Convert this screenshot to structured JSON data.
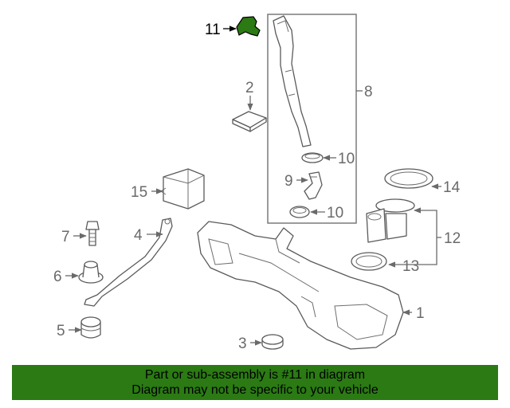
{
  "callouts": {
    "c1": "1",
    "c2": "2",
    "c3": "3",
    "c4": "4",
    "c5": "5",
    "c6": "6",
    "c7": "7",
    "c8": "8",
    "c9": "9",
    "c10a": "10",
    "c10b": "10",
    "c11": "11",
    "c12": "12",
    "c13": "13",
    "c14": "14",
    "c15": "15"
  },
  "highlight_color": "#2b7a14",
  "banner": {
    "line1": "Part or sub-assembly is #11 in diagram",
    "line2": "Diagram may not be specific to your vehicle"
  }
}
